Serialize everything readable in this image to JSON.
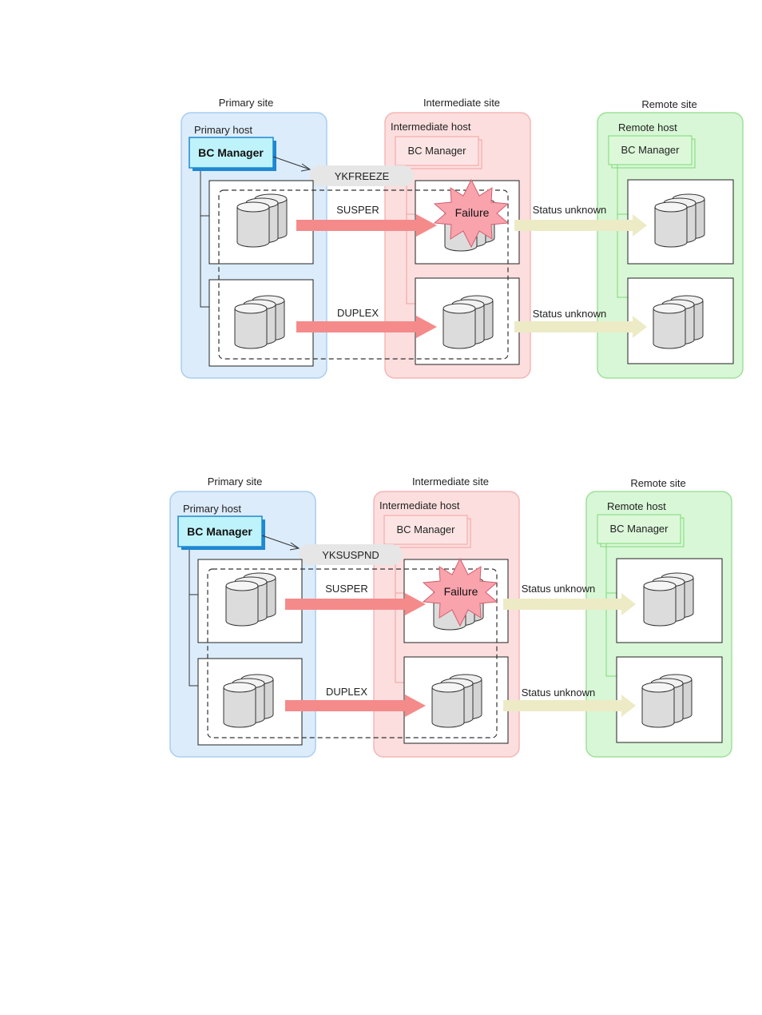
{
  "diagrams": [
    {
      "primary_site_label": "Primary site",
      "intermediate_site_label": "Intermediate site",
      "remote_site_label": "Remote site",
      "primary_host_label": "Primary host",
      "intermediate_host_label": "Intermediate host",
      "remote_host_label": "Remote host",
      "bc_manager_primary": "BC Manager",
      "bc_manager_intermediate": "BC Manager",
      "bc_manager_remote": "BC Manager",
      "command": "YKFREEZE",
      "pair_status_top": "SUSPER",
      "pair_status_bottom": "DUPLEX",
      "failure_label": "Failure",
      "remote_status_top": "Status unknown",
      "remote_status_bottom": "Status unknown"
    },
    {
      "primary_site_label": "Primary site",
      "intermediate_site_label": "Intermediate site",
      "remote_site_label": "Remote site",
      "primary_host_label": "Primary host",
      "intermediate_host_label": "Intermediate host",
      "remote_host_label": "Remote host",
      "bc_manager_primary": "BC Manager",
      "bc_manager_intermediate": "BC Manager",
      "bc_manager_remote": "BC Manager",
      "command": "YKSUSPND",
      "pair_status_top": "SUSPER",
      "pair_status_bottom": "DUPLEX",
      "failure_label": "Failure",
      "remote_status_top": "Status unknown",
      "remote_status_bottom": "Status unknown"
    }
  ],
  "colors": {
    "primary_site_fill": "#dcecfb",
    "primary_site_stroke": "#a9cdf0",
    "intermediate_site_fill": "#fcdede",
    "intermediate_site_stroke": "#f5b5b5",
    "remote_site_fill": "#d8f7d6",
    "remote_site_stroke": "#9fe09a",
    "bc_manager_primary_fill": "#bff3fb",
    "bc_manager_primary_stroke": "#1e88d0",
    "pair_arrow": "#f58a8a",
    "status_arrow": "#ecebc6",
    "failure_fill": "#f9a3ad",
    "command_bubble": "#e6e6e6"
  },
  "icons": [
    "disk-volume-icon",
    "failure-burst-icon",
    "arrow-right-icon"
  ]
}
